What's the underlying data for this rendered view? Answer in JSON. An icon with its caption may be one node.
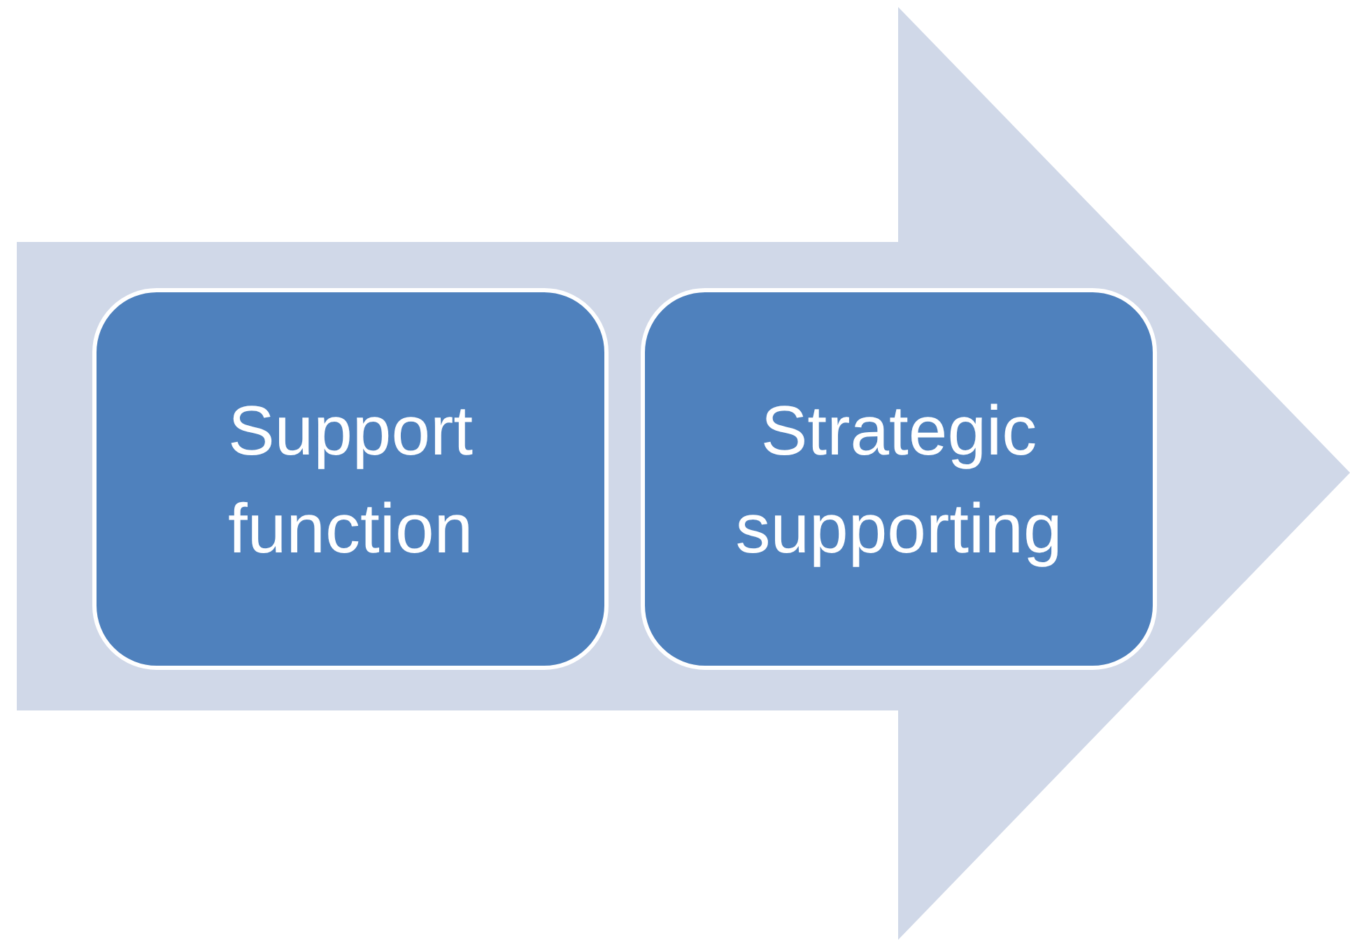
{
  "diagram": {
    "nodes": [
      {
        "text": [],
        "shape": "arrow"
      },
      {
        "text": [
          "Support function"
        ],
        "in": 0
      },
      {
        "text": [
          "Strategic supporting"
        ],
        "in": 0
      }
    ]
  }
}
